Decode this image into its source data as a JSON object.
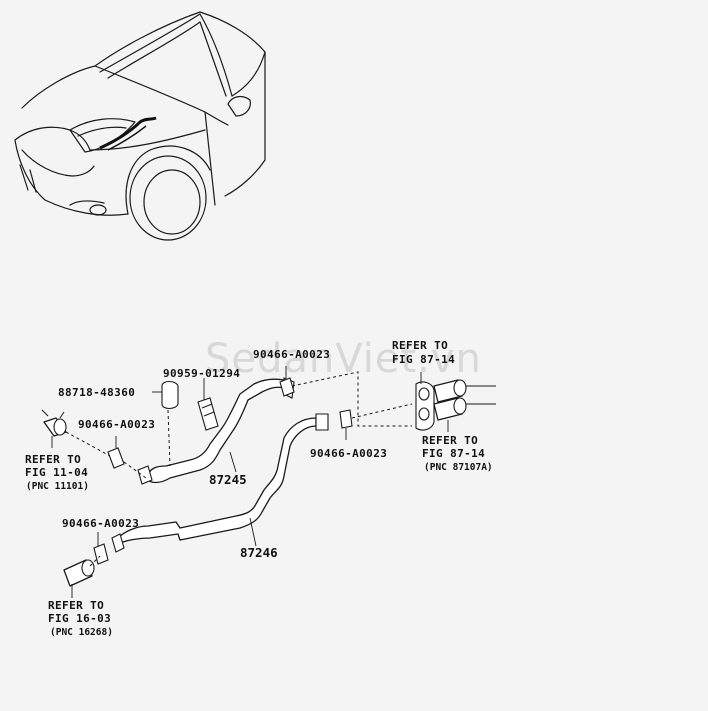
{
  "watermark": "SedanViet.vn",
  "labels": {
    "clamp_left_top": "90466-A0023",
    "clamp_right_top": "90466-A0023",
    "clamp_right_bottom": "90466-A0023",
    "clamp_lower": "90466-A0023",
    "clamp_88718": "88718-48360",
    "clip_90959": "90959-01294",
    "hose_upper": "87245",
    "hose_lower": "87246"
  },
  "refs": {
    "left_line1": "REFER TO",
    "left_line2": "FIG 11-04",
    "left_line3": "(PNC 11101)",
    "top_right_line1": "REFER TO",
    "top_right_line2": "FIG 87-14",
    "bottom_right_line1": "REFER TO",
    "bottom_right_line2": "FIG 87-14",
    "bottom_right_line3": "(PNC 87107A)",
    "lower_left_line1": "REFER TO",
    "lower_left_line2": "FIG 16-03",
    "lower_left_line3": "(PNC 16268)"
  }
}
